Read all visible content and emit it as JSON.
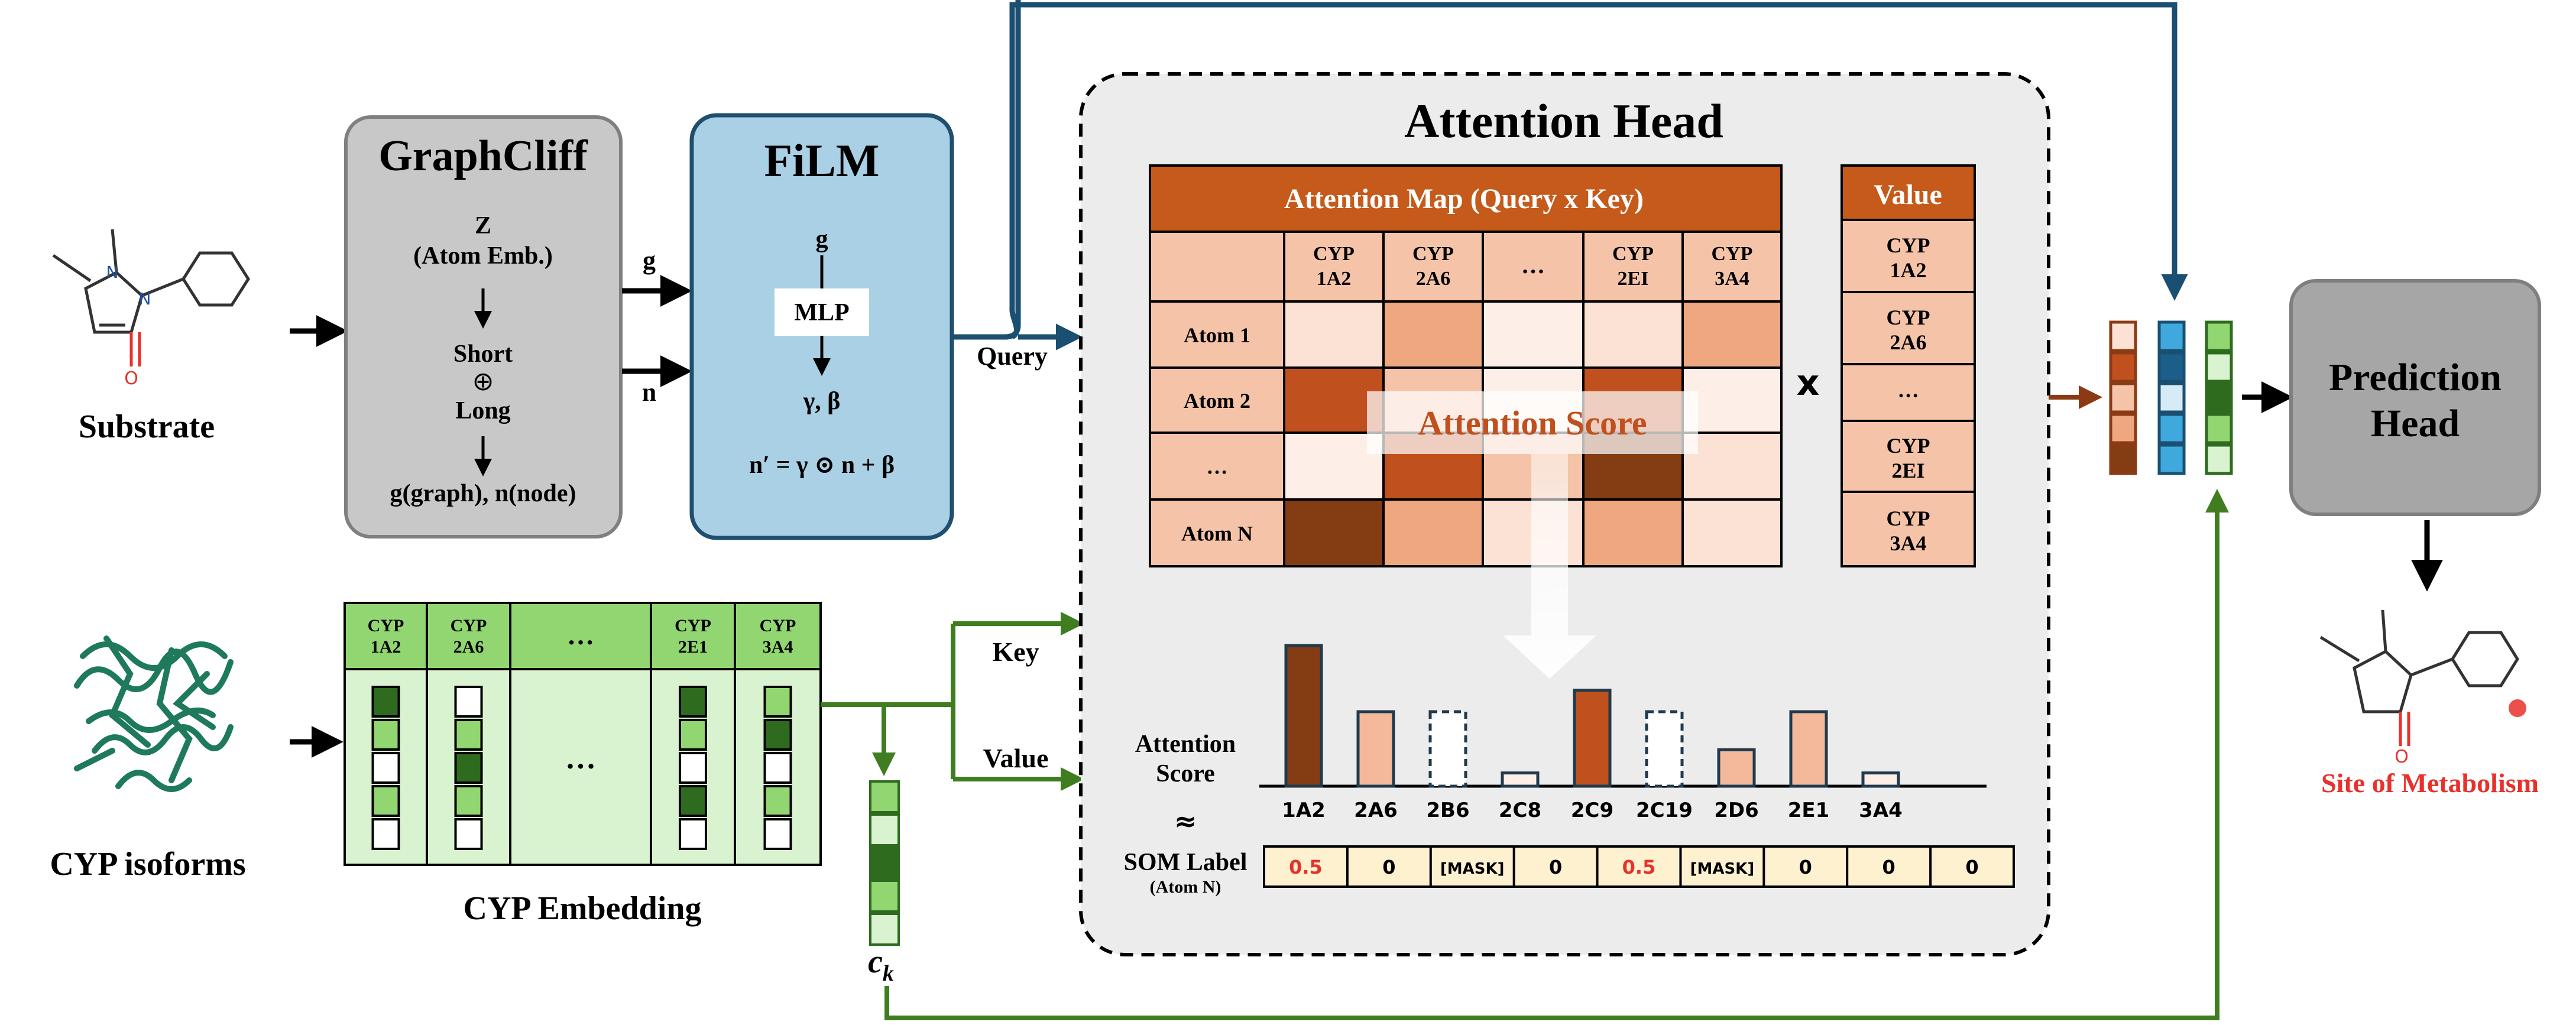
{
  "substrate": {
    "label": "Substrate"
  },
  "cyp_isoforms": {
    "label": "CYP isoforms"
  },
  "graphcliff": {
    "title": "GraphCliff",
    "step1_line1": "Z",
    "step1_line2": "(Atom Emb.)",
    "step2_line1": "Short",
    "step2_symbol": "⊕",
    "step2_line2": "Long",
    "output": "g(graph), n(node)"
  },
  "film": {
    "title": "FiLM",
    "input_g": "g",
    "mlp": "MLP",
    "params": "γ, β",
    "formula": "n′ = γ ⊙ n + β"
  },
  "inputs": {
    "g": "g",
    "n": "n",
    "query": "Query",
    "key": "Key",
    "value": "Value"
  },
  "cyp_embedding": {
    "title": "CYP Embedding",
    "headers": [
      {
        "l1": "CYP",
        "l2": "1A2"
      },
      {
        "l1": "CYP",
        "l2": "2A6"
      },
      {
        "l1": "…",
        "l2": ""
      },
      {
        "l1": "CYP",
        "l2": "2E1"
      },
      {
        "l1": "CYP",
        "l2": "3A4"
      }
    ],
    "ellipsis": "…",
    "ck": "c",
    "ck_sub": "k"
  },
  "attention_head": {
    "title": "Attention Head",
    "map_title": "Attention Map (Query x Key)",
    "col_headers": [
      {
        "l1": "CYP",
        "l2": "1A2"
      },
      {
        "l1": "CYP",
        "l2": "2A6"
      },
      {
        "l1": "…",
        "l2": ""
      },
      {
        "l1": "CYP",
        "l2": "2EI"
      },
      {
        "l1": "CYP",
        "l2": "3A4"
      }
    ],
    "row_headers": [
      "Atom 1",
      "Atom 2",
      "…",
      "Atom N"
    ],
    "cell_colors": [
      [
        "#fbe2d5",
        "#eea77f",
        "#fdefe7",
        "#fbe2d5",
        "#eea77f"
      ],
      [
        "#c0501d",
        "#f4c3a8",
        "#fdefe7",
        "#c0501d",
        "#fdefe7"
      ],
      [
        "#fdefe7",
        "#c0501d",
        "#f4c3a8",
        "#843c13",
        "#fbe2d5"
      ],
      [
        "#843c13",
        "#eea77f",
        "#fbe2d5",
        "#eea77f",
        "#fbe2d5"
      ]
    ],
    "multiply": "x",
    "value_title": "Value",
    "value_items": [
      {
        "l1": "CYP",
        "l2": "1A2"
      },
      {
        "l1": "CYP",
        "l2": "2A6"
      },
      {
        "l1": "…",
        "l2": ""
      },
      {
        "l1": "CYP",
        "l2": "2EI"
      },
      {
        "l1": "CYP",
        "l2": "3A4"
      }
    ],
    "attention_score_overlay": "Attention Score",
    "score_label_line1": "Attention",
    "score_label_line2": "Score",
    "approx": "≈",
    "som_label": "SOM Label",
    "som_sub": "(Atom N)"
  },
  "chart_data": {
    "type": "bar",
    "categories": [
      "1A2",
      "2A6",
      "2B6",
      "2C8",
      "2C9",
      "2C19",
      "2D6",
      "2E1",
      "3A4"
    ],
    "values": [
      0.85,
      0.45,
      0.45,
      0.08,
      0.58,
      0.45,
      0.22,
      0.45,
      0.08
    ],
    "masked": [
      false,
      false,
      true,
      false,
      false,
      true,
      false,
      false,
      false
    ],
    "bar_colors": [
      "#843c13",
      "#f4b89a",
      "#ffffff",
      "#fdefe7",
      "#c0501d",
      "#ffffff",
      "#f4b89a",
      "#f4b89a",
      "#fdefe7"
    ],
    "som_labels": [
      "0.5",
      "0",
      "[MASK]",
      "0",
      "0.5",
      "[MASK]",
      "0",
      "0",
      "0"
    ],
    "som_highlight": [
      true,
      false,
      false,
      false,
      true,
      false,
      false,
      false,
      false
    ]
  },
  "prediction_head": {
    "line1": "Prediction",
    "line2": "Head"
  },
  "output": {
    "label": "Site of Metabolism"
  },
  "colors": {
    "orange_dark": "#c0501d",
    "orange_header": "#c55a1b",
    "peach": "#f4c3a8",
    "blue_film": "#a9d0e4",
    "blue_border": "#1f4e6e",
    "green_header": "#92d672",
    "green_light": "#d9f2cf",
    "green_dark": "#2e7d32",
    "gray_box": "#c8c8c8",
    "attention_bg": "#ececec",
    "som_fill": "#fdf1d0",
    "red_text": "#e8312b",
    "arrow_brown": "#8b3a14",
    "arrow_blue": "#1b4f72",
    "arrow_green": "#3f7d20"
  }
}
